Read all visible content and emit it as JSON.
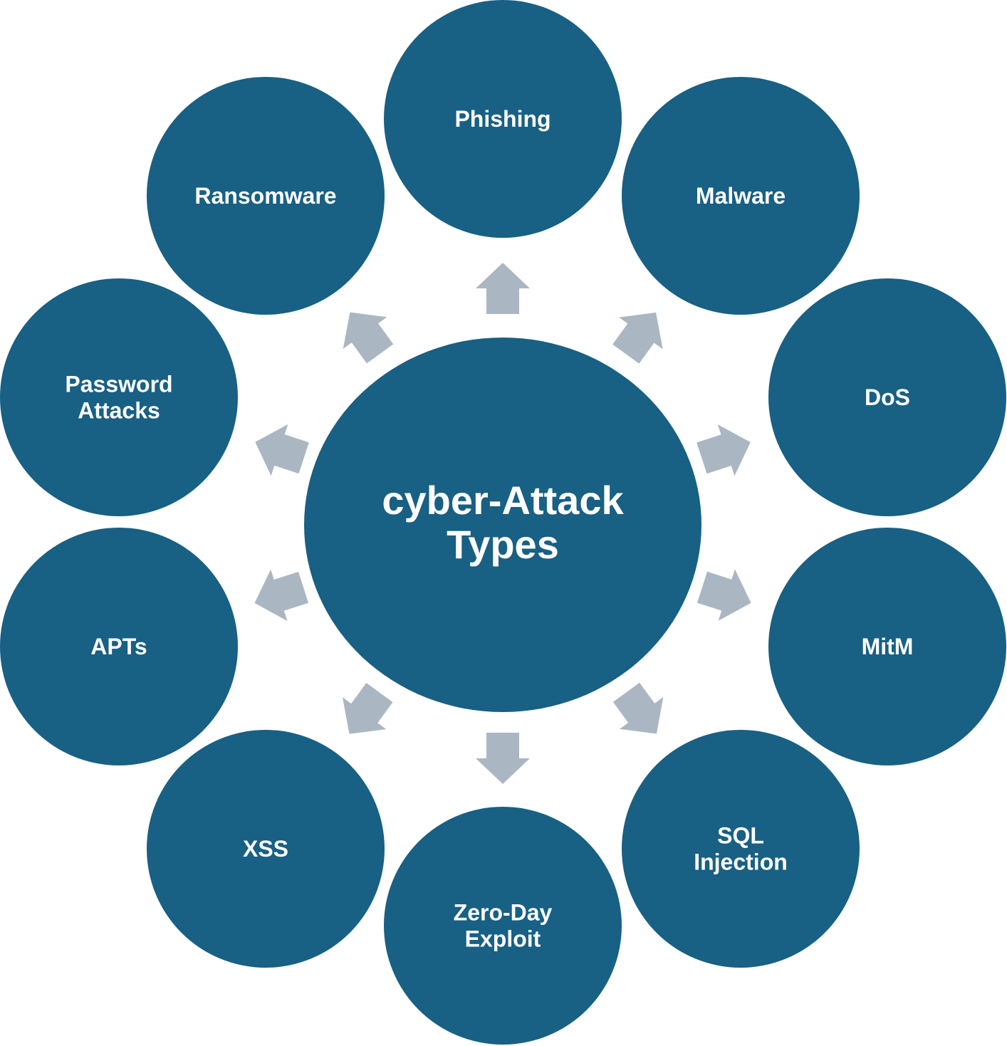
{
  "colors": {
    "circle_fill": "#186084",
    "arrow_fill": "#aab7c3",
    "text": "#ffffff",
    "background": "#ffffff"
  },
  "center": {
    "lines": [
      "cyber-Attack",
      "Types"
    ]
  },
  "nodes": [
    {
      "id": "phishing",
      "lines": [
        "Phishing"
      ]
    },
    {
      "id": "malware",
      "lines": [
        "Malware"
      ]
    },
    {
      "id": "dos",
      "lines": [
        "DoS"
      ]
    },
    {
      "id": "mitm",
      "lines": [
        "MitM"
      ]
    },
    {
      "id": "sql-injection",
      "lines": [
        "SQL",
        "Injection"
      ]
    },
    {
      "id": "zero-day-exploit",
      "lines": [
        "Zero-Day",
        "Exploit"
      ]
    },
    {
      "id": "xss",
      "lines": [
        "XSS"
      ]
    },
    {
      "id": "apts",
      "lines": [
        "APTs"
      ]
    },
    {
      "id": "password-attacks",
      "lines": [
        "Password",
        "Attacks"
      ]
    },
    {
      "id": "ransomware",
      "lines": [
        "Ransomware"
      ]
    }
  ]
}
